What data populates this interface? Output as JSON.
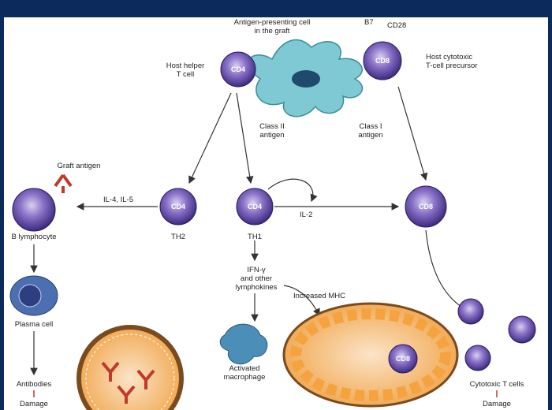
{
  "labels": {
    "apc": [
      "Antigen-presenting cell",
      "in the graft"
    ],
    "b7": "B7",
    "cd28": "CD28",
    "host_helper": [
      "Host helper",
      "T cell"
    ],
    "host_cytotoxic": [
      "Host cytotoxic",
      "T-cell precursor"
    ],
    "class_ii": [
      "Class II",
      "antigen"
    ],
    "class_i": [
      "Class I",
      "antigen"
    ],
    "graft_antigen": "Graft antigen",
    "il4_il5": "IL-4, IL-5",
    "il2": "IL-2",
    "b_lymphocyte": "B lymphocyte",
    "th2": "TH2",
    "th1": "TH1",
    "ifn": [
      "IFN-γ",
      "and other",
      "lymphokines"
    ],
    "increased_mhc": "Increased MHC",
    "plasma_cell": "Plasma cell",
    "antibodies": "Antibodies",
    "damage_left": "Damage",
    "activated_macrophage": [
      "Activated",
      "macrophage"
    ],
    "cytotoxic_t_cells": "Cytotoxic T cells",
    "damage_right": "Damage"
  },
  "cell_labels": {
    "cd4": "CD4",
    "cd8": "CD8"
  },
  "colors": {
    "header": "#0c2a5c",
    "lymphocyte": "#5a3fa0",
    "apc": "#7ec9d4",
    "tissue": "#f5a341",
    "receptor": "#c0392b"
  }
}
